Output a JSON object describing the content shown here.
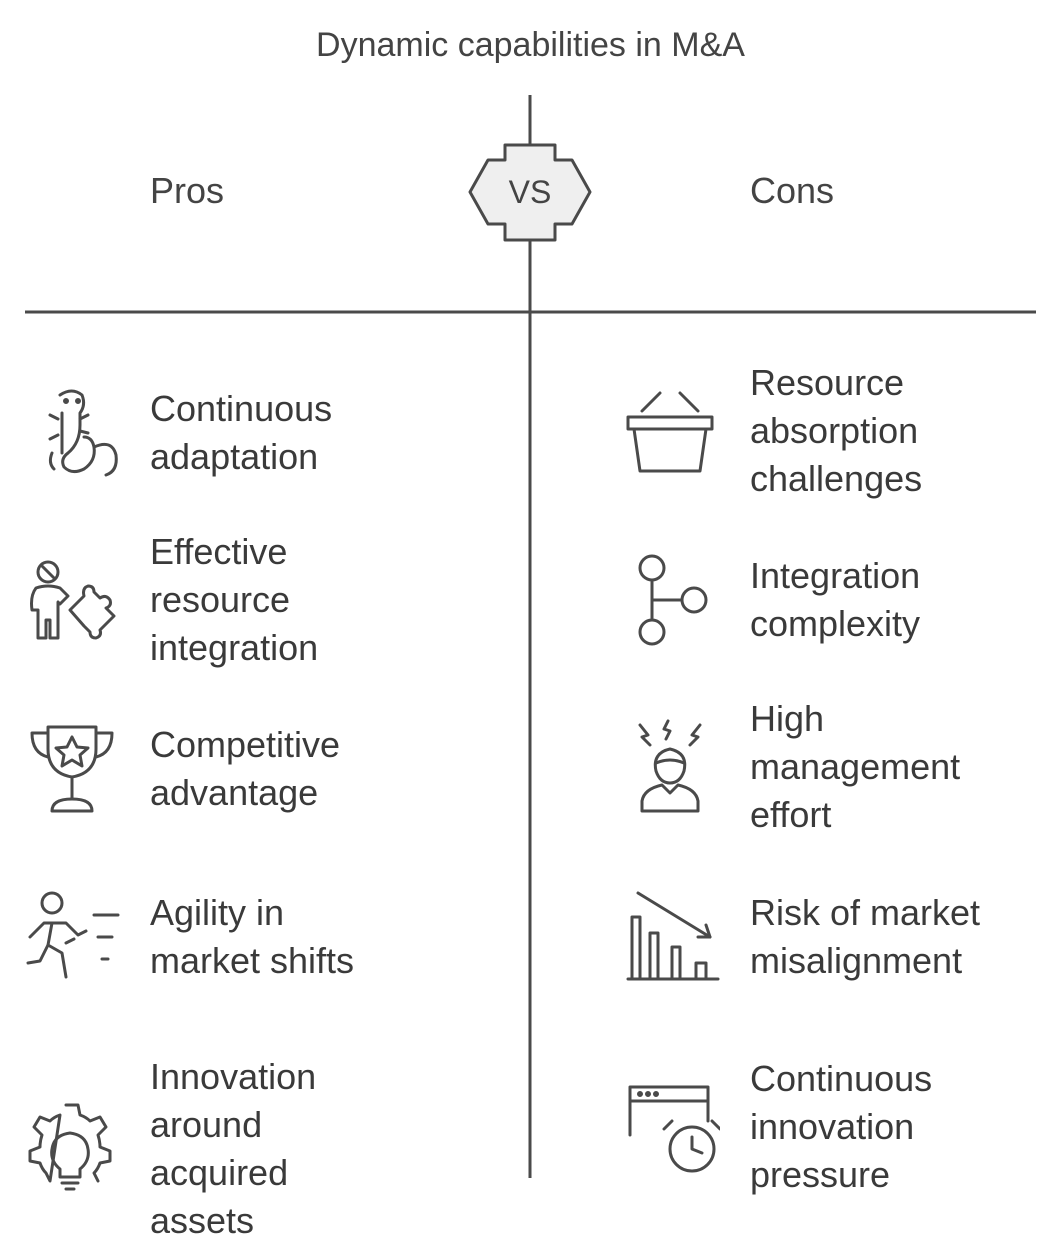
{
  "title": "Dynamic capabilities in M&A",
  "vs_label": "VS",
  "pros": {
    "heading": "Pros",
    "items": [
      {
        "label": "Continuous\nadaptation",
        "icon": "lizard-icon"
      },
      {
        "label": "Effective\nresource\nintegration",
        "icon": "person-puzzle-icon"
      },
      {
        "label": "Competitive\nadvantage",
        "icon": "trophy-star-icon"
      },
      {
        "label": "Agility in\nmarket shifts",
        "icon": "running-person-icon"
      },
      {
        "label": "Innovation\naround\nacquired\nassets",
        "icon": "gear-lightbulb-icon"
      }
    ]
  },
  "cons": {
    "heading": "Cons",
    "items": [
      {
        "label": "Resource\nabsorption\nchallenges",
        "icon": "basket-icon"
      },
      {
        "label": "Integration\ncomplexity",
        "icon": "git-branch-icon"
      },
      {
        "label": "High\nmanagement\neffort",
        "icon": "stressed-person-icon"
      },
      {
        "label": "Risk of market\nmisalignment",
        "icon": "declining-chart-icon"
      },
      {
        "label": "Continuous\ninnovation\npressure",
        "icon": "browser-clock-icon"
      }
    ]
  }
}
